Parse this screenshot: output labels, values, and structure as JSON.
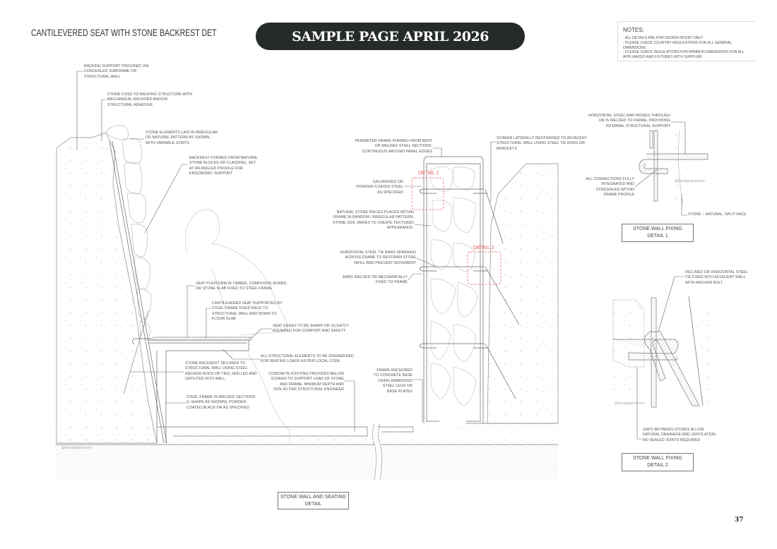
{
  "header": {
    "title": "CANTILEVERED SEAT WITH STONE BACKREST DET",
    "banner": "SAMPLE PAGE APRIL 2026"
  },
  "notes": {
    "heading": "NOTES:",
    "lines": "- ALL DETAILS ARE FOR DESIGN INTENT ONLY\n- PLEASE CHECK COUNTRY REGULATIONS FOR ALL GENERAL DIMENSIONS\n- PLEASE CHECK REGULATIONS FOR MINIMUN DIMENSIONS FOR ALL\n  APPLIANCES AND FIXTURES WITH SUPPLIER"
  },
  "main_labels": {
    "backing": "BACKING SUPPORT PROVIDED VIA\nCONCEALED SUBFRAME OR\nSTRUCTURAL WALL",
    "stone_fixed": "STONE FIXED TO BACKING STRUCTURE WITH\nMECHANICAL ANCHORS AND/OR\nSTRUCTURAL ADHESIVE",
    "stone_elements": "STONE ELEMENTS LAID IN IRREGULAR\nOR NATURAL PATTERN AS SHOWN,\nWITH VARIABLE JOINTS",
    "backrest": "BACKREST FORMED FROM NATURAL\nSTONE BLOCKS OR CLADDING, SET\nAT AN ANGLED PROFILE FOR\nERGONOMIC SUPPORT",
    "seat_platform": "SEAT PLATFORM IN TIMBER, COMPOSITE BOARD,\nOR STONE SLAB FIXED TO STEEL FRAME",
    "cantilevered": "CANTILEVERED SEAT SUPPORTED BY\nSTEEL FRAME FIXED BACK TO\nSTRUCTURAL WALL AND DOWN TO\nFLOOR SLAB",
    "seat_edges": "SEAT EDGES TO BE SHARP OR SLIGHTLY\nROUNDED FOR COMFORT AND SAFETY",
    "structural": "ALL STRUCTURAL ELEMENTS TO BE ENGINEERED\nFOR SEATING LOADS AS PER LOCAL CODE",
    "backrest_secured": "STONE BACKREST SECURED TO\nSTRUCTURAL WALL USING STEEL\nANCHOR RODS OR TIES, DRILLED AND\nGROUTED INTO WALL",
    "steel_frame": "STEEL FRAME IN WELDED SECTIONS\n(L-SHAPE AS SHOWN), POWDER-\nCOATED BLACK OR AS SPECIFIED",
    "footing": "CONCRETE FOOTING PROVIDED BELOW\nSCREEN TO SUPPORT LOAD OF STONE\nAND FRAME. MINIMUM DEPTH AND\nSIZE AS PER STRUCTURAL ENGINEER",
    "perimeter": "PERIMETER FRAME FORMED FROM BENT\nOR WELDED STEEL SECTIONS,\nCONTINUOUS AROUND PANEL EDGES",
    "screen": "SCREEN LATERALLY RESTRAINED TO ADJACENT\nSTRUCTURAL WALL USING STEEL TIE RODS OR\nBRACKETS",
    "galvanised": "GALVANISED OR\nPOWDER-COATED STEEL\nAS SPECIFIED",
    "natural_stone": "NATURAL STONE PIECES PLACED WITHIN\nFRAME IN RANDOM / IRREGULAR PATTERN.\nSTONE SIZE VARIES TO CREATE TEXTURED\nAPPEARANCE.",
    "tie_bars": "HORIZONTAL STEEL TIE BARS SPANNING\nACROSS FRAME TO RESTRAIN STONE\nINFILL AND PREVENT MOVEMENT",
    "bars_welded": "BARS WELDED OR MECHANICALLY\nFIXED TO FRAME",
    "frame_anchored": "FRAME ANCHORED\nTO CONCRETE BASE\nUSING EMBEDDED\nSTEEL LEGS OR\nBASE PLATES",
    "detail1_marker": "DETAIL 1",
    "detail2_marker": "DETAIL 2",
    "title_box": "STONE WALL AND SEATING\nDETAIL"
  },
  "detail1": {
    "bar": "HORIZONTAL STEEL BAR PASSES THROUGH\nOR IS WELDED TO FRAME, PROVIDING\nINTERNAL STRUCTURAL SUPPORT",
    "connections": "ALL CONNECTIONS FULLY\nINTEGRATED AND\nCONCEALED WITHIN\nFRAME PROFILE",
    "stone": "STONE – NATURAL, SPLIT FACE",
    "title_box": "STONE WALL FIXING\nDETAIL 1"
  },
  "detail2": {
    "tie": "INCLINED OR HORIZONTAL STEEL\nTIE FIXED INTO ADJACENT WALL\nWITH ANCHOR BOLT",
    "gaps": "GAPS BETWEEN STONES ALLOW\nNATURAL DRAINAGE AND VENTILATION.\nNO SEALED JOINTS REQUIRED",
    "title_box": "STONE WALL FIXING\nDETAIL 2"
  },
  "watermark": "@thedigitalinteriors",
  "page_number": "37",
  "colors": {
    "banner": "#262a2b",
    "detail_marker": "#f05a5a",
    "line": "#777777"
  }
}
